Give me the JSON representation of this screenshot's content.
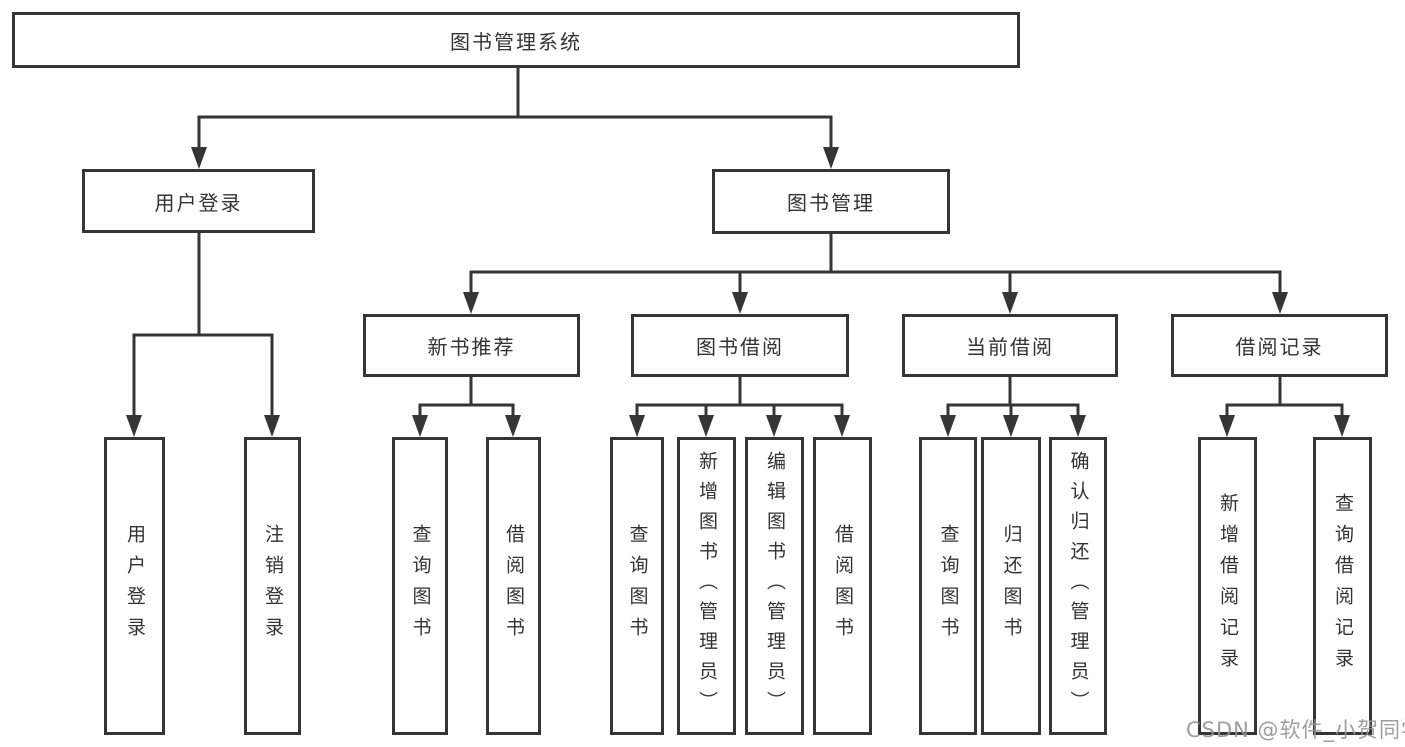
{
  "diagram": {
    "watermark": "CSDN @软件_小贺同学",
    "colors": {
      "line": "#353535",
      "box_border": "#353535",
      "box_fill": "#ffffff",
      "text": "#333333",
      "watermark": "#949494"
    },
    "nodes": {
      "root": {
        "label": "图书管理系统"
      },
      "level2": [
        {
          "label": "用户登录"
        },
        {
          "label": "图书管理"
        }
      ],
      "level3": [
        {
          "label": "新书推荐"
        },
        {
          "label": "图书借阅"
        },
        {
          "label": "当前借阅"
        },
        {
          "label": "借阅记录"
        }
      ],
      "leaves": {
        "user_login": [
          "用户登录",
          "注销登录"
        ],
        "new_books": [
          "查询图书",
          "借阅图书"
        ],
        "book_borrow": [
          "查询图书",
          "新增图书（管理员）",
          "编辑图书（管理员）",
          "借阅图书"
        ],
        "current_borrow": [
          "查询图书",
          "归还图书",
          "确认归还（管理员）"
        ],
        "borrow_records": [
          "新增借阅记录",
          "查询借阅记录"
        ]
      }
    }
  }
}
